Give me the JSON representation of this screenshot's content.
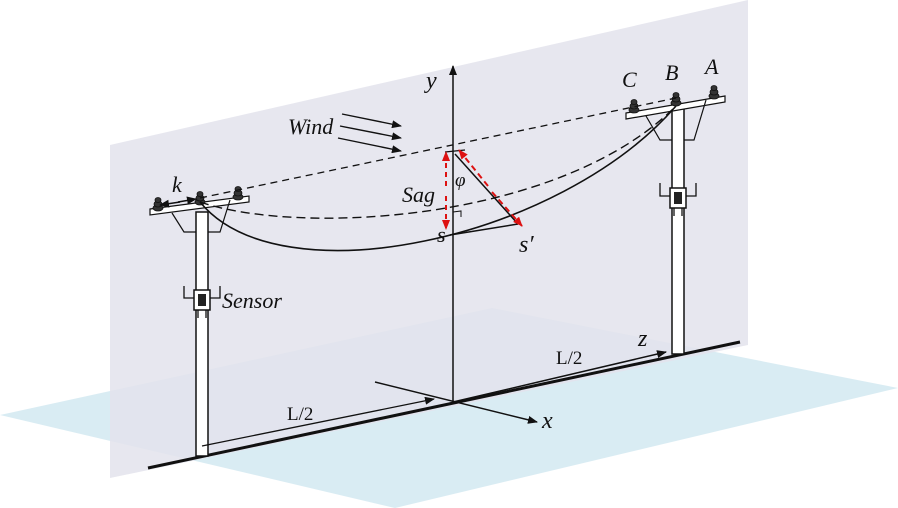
{
  "labels": {
    "wind": "Wind",
    "k": "k",
    "sensor": "Sensor",
    "sag": "Sag",
    "phi": "φ",
    "s": "s",
    "s_prime": "s′",
    "y_axis": "y",
    "x_axis": "x",
    "z_axis": "z",
    "half_span_left": "L/2",
    "half_span_right": "L/2",
    "phase_a": "A",
    "phase_b": "B",
    "phase_c": "C"
  },
  "colors": {
    "vertical_plane": "#e3e3ec",
    "ground_plane": "#d5eaf2",
    "line": "#111111",
    "displacement_arrow": "#dd1111"
  }
}
